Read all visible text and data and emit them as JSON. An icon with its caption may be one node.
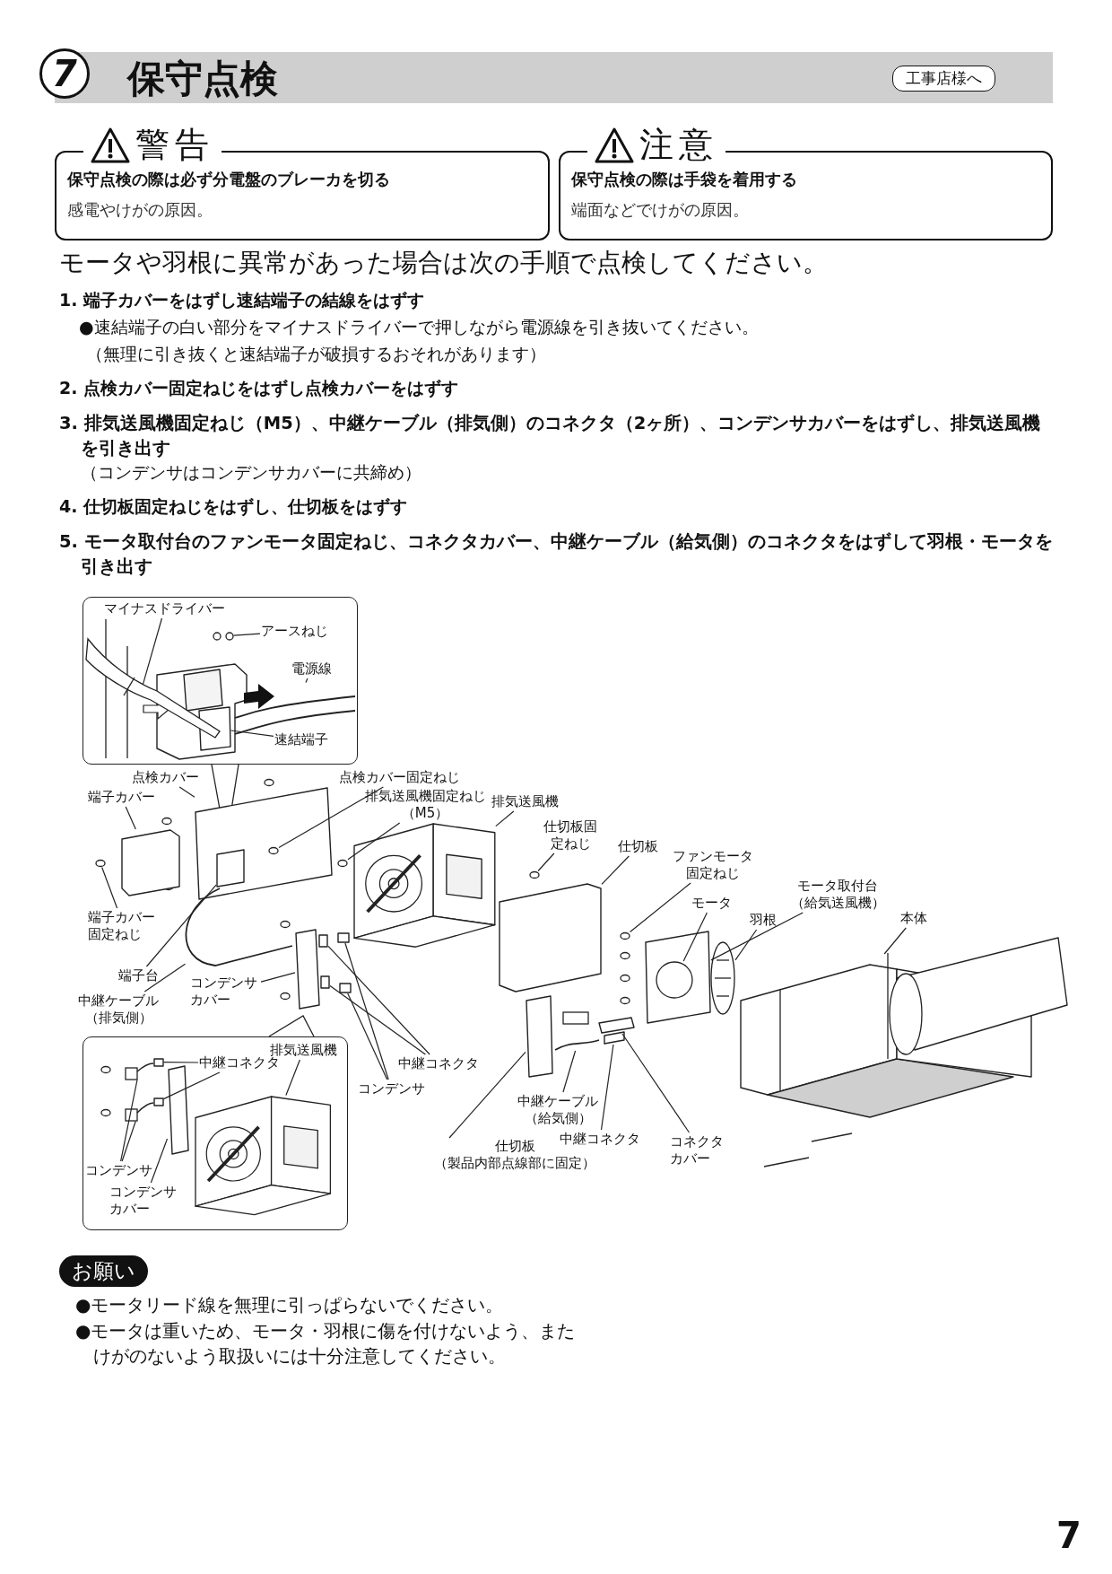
{
  "diagram": {
    "title": "保守点検",
    "nodes": [
      {
        "text": [
          "警告",
          "保守点検の際は必ず分電盤のブレーカを切る",
          "感電やけがの原因。"
        ]
      },
      {
        "text": [
          "注意",
          "保守点検の際は手袋を着用する",
          "端面などでけがの原因。"
        ]
      },
      {
        "text": [],
        "shape": "box"
      },
      {
        "text": [
          "マイナスドライバー"
        ],
        "in": 2
      },
      {
        "text": [
          "アースねじ"
        ],
        "in": 2
      },
      {
        "text": [
          "電源線"
        ],
        "in": 2
      },
      {
        "text": [
          "速結端子"
        ],
        "in": 2
      },
      {
        "text": [
          "点検カバー"
        ]
      },
      {
        "text": [
          "端子カバー"
        ]
      },
      {
        "text": [
          "点検カバー固定ねじ"
        ]
      },
      {
        "text": [
          "排気送風機固定ねじ（M5）"
        ]
      },
      {
        "text": [
          "排気送風機"
        ]
      },
      {
        "text": [
          "仕切板固定ねじ"
        ]
      },
      {
        "text": [
          "仕切板"
        ]
      },
      {
        "text": [
          "ファンモータ固定ねじ"
        ]
      },
      {
        "text": [
          "モータ"
        ]
      },
      {
        "text": [
          "モータ取付台（給気送風機）"
        ]
      },
      {
        "text": [
          "羽根"
        ]
      },
      {
        "text": [
          "本体"
        ]
      },
      {
        "text": [
          "端子カバー固定ねじ"
        ]
      },
      {
        "text": [
          "端子台"
        ]
      },
      {
        "text": [
          "コンデンサカバー"
        ]
      },
      {
        "text": [
          "中継ケーブル（排気側）"
        ]
      },
      {
        "text": [
          "中継コネクタ"
        ]
      },
      {
        "text": [
          "コンデンサ"
        ]
      },
      {
        "text": [
          "中継ケーブル（給気側）"
        ]
      },
      {
        "text": [
          "仕切板（製品内部点線部に固定）"
        ]
      },
      {
        "text": [
          "中継コネクタ"
        ]
      },
      {
        "text": [
          "コネクタカバー"
        ]
      },
      {
        "text": [],
        "shape": "box"
      },
      {
        "text": [
          "排気送風機"
        ],
        "in": 29
      },
      {
        "text": [
          "中継コネクタ"
        ],
        "in": 29
      },
      {
        "text": [
          "コンデンサ"
        ],
        "in": 29
      },
      {
        "text": [
          "コンデンサカバー"
        ],
        "in": 29
      },
      {
        "text": [],
        "shape": "picture",
        "in": 2
      },
      {
        "text": [],
        "shape": "circle",
        "in": 2
      },
      {
        "text": [],
        "shape": "picture",
        "in": 2
      },
      {
        "text": [],
        "shape": "box",
        "in": 2
      },
      {
        "text": [],
        "shape": "box"
      },
      {
        "text": [],
        "shape": "box"
      },
      {
        "text": [],
        "shape": "circle",
        "in": 38
      },
      {
        "text": [],
        "shape": "circle"
      },
      {
        "text": [],
        "shape": "picture"
      },
      {
        "text": [],
        "shape": "circle"
      },
      {
        "text": [],
        "shape": "box"
      },
      {
        "text": [],
        "shape": "circle"
      },
      {
        "text": [],
        "shape": "circle",
        "in": 47
      },
      {
        "text": [],
        "shape": "box"
      },
      {
        "text": [],
        "shape": "picture"
      },
      {
        "text": [],
        "shape": "picture"
      },
      {
        "text": [],
        "shape": "circle"
      },
      {
        "text": [],
        "shape": "box",
        "in": 38
      },
      {
        "text": [],
        "shape": "box"
      },
      {
        "text": [],
        "shape": "picture"
      },
      {
        "text": [],
        "shape": "box"
      },
      {
        "text": [],
        "shape": "box"
      },
      {
        "text": [],
        "shape": "box"
      },
      {
        "text": [],
        "shape": "box"
      },
      {
        "text": [],
        "shape": "picture"
      },
      {
        "text": [],
        "shape": "box"
      },
      {
        "text": [],
        "shape": "box"
      },
      {
        "text": [],
        "shape": "box"
      },
      {
        "text": [],
        "shape": "picture",
        "in": 29
      },
      {
        "text": [],
        "shape": "box",
        "in": 29
      },
      {
        "text": [],
        "shape": "box",
        "in": 29
      },
      {
        "text": [],
        "shape": "picture",
        "in": 29
      },
      {
        "text": [],
        "shape": "picture",
        "in": 29
      },
      {
        "text": [],
        "shape": "box",
        "in": 29
      }
    ],
    "edges": [
      {
        "from": 3,
        "to": 34,
        "arrow": "none"
      },
      {
        "from": 4,
        "to": 35,
        "arrow": "none"
      },
      {
        "from": 5,
        "to": 36,
        "arrow": "none"
      },
      {
        "from": 6,
        "to": 37,
        "arrow": "none"
      },
      {
        "from": 7,
        "to": 38,
        "arrow": "none"
      },
      {
        "from": 8,
        "to": 39,
        "arrow": "none"
      },
      {
        "from": 9,
        "to": 40,
        "arrow": "none"
      },
      {
        "from": 10,
        "to": 41,
        "arrow": "none"
      },
      {
        "from": 11,
        "to": 42,
        "arrow": "none"
      },
      {
        "from": 12,
        "to": 43,
        "arrow": "none"
      },
      {
        "from": 13,
        "to": 44,
        "arrow": "none"
      },
      {
        "from": 14,
        "to": 45,
        "arrow": "none"
      },
      {
        "from": 15,
        "to": 46,
        "arrow": "none"
      },
      {
        "from": 16,
        "to": 47,
        "arrow": "none"
      },
      {
        "from": 17,
        "to": 48,
        "arrow": "none"
      },
      {
        "from": 18,
        "to": 49,
        "arrow": "none"
      },
      {
        "from": 19,
        "to": 50,
        "arrow": "none"
      },
      {
        "from": 20,
        "to": 51,
        "arrow": "none"
      },
      {
        "from": 21,
        "to": 52,
        "arrow": "none"
      },
      {
        "from": 22,
        "to": 53,
        "arrow": "none"
      },
      {
        "from": 23,
        "to": 54,
        "arrow": "none"
      },
      {
        "from": 23,
        "to": 55,
        "arrow": "none"
      },
      {
        "from": 24,
        "to": 56,
        "arrow": "none"
      },
      {
        "from": 24,
        "to": 57,
        "arrow": "none"
      },
      {
        "from": 25,
        "to": 58,
        "arrow": "none"
      },
      {
        "from": 26,
        "to": 59,
        "arrow": "none"
      },
      {
        "from": 27,
        "to": 60,
        "arrow": "none"
      },
      {
        "from": 28,
        "to": 61,
        "arrow": "none"
      },
      {
        "from": 30,
        "to": 62,
        "arrow": "none"
      },
      {
        "from": 31,
        "to": 63,
        "arrow": "none"
      },
      {
        "from": 31,
        "to": 64,
        "arrow": "none"
      },
      {
        "from": 32,
        "to": 65,
        "arrow": "none"
      },
      {
        "from": 32,
        "to": 66,
        "arrow": "none"
      },
      {
        "from": 33,
        "to": 67,
        "arrow": "none"
      }
    ],
    "labels": [
      "7",
      "工事店様へ",
      "モータや羽根に異常があった場合は次の手順で点検してください。",
      "1. 端子カバーをはずし速結端子の結線をはずす",
      "●速結端子の白い部分をマイナスドライバーで押しながら電源線を引き抜いてください。",
      "（無理に引き抜くと速結端子が破損するおそれがあります）",
      "2. 点検カバー固定ねじをはずし点検カバーをはずす",
      "3. 排気送風機固定ねじ（M5）、中継ケーブル（排気側）のコネクタ（2ヶ所）、コンデンサカバーをはずし、排気送風機を引き出す",
      "（コンデンサはコンデンサカバーに共締め）",
      "4. 仕切板固定ねじをはずし、仕切板をはずす",
      "5. モータ取付台のファンモータ固定ねじ、コネクタカバー、中継ケーブル（給気側）のコネクタをはずして羽根・モータを引き出す",
      "お願い",
      "●モータリード線を無理に引っぱらないでください。",
      "●モータは重いため、モータ・羽根に傷を付けないよう、またけがのないよう取扱いには十分注意してください。",
      "7"
    ]
  }
}
